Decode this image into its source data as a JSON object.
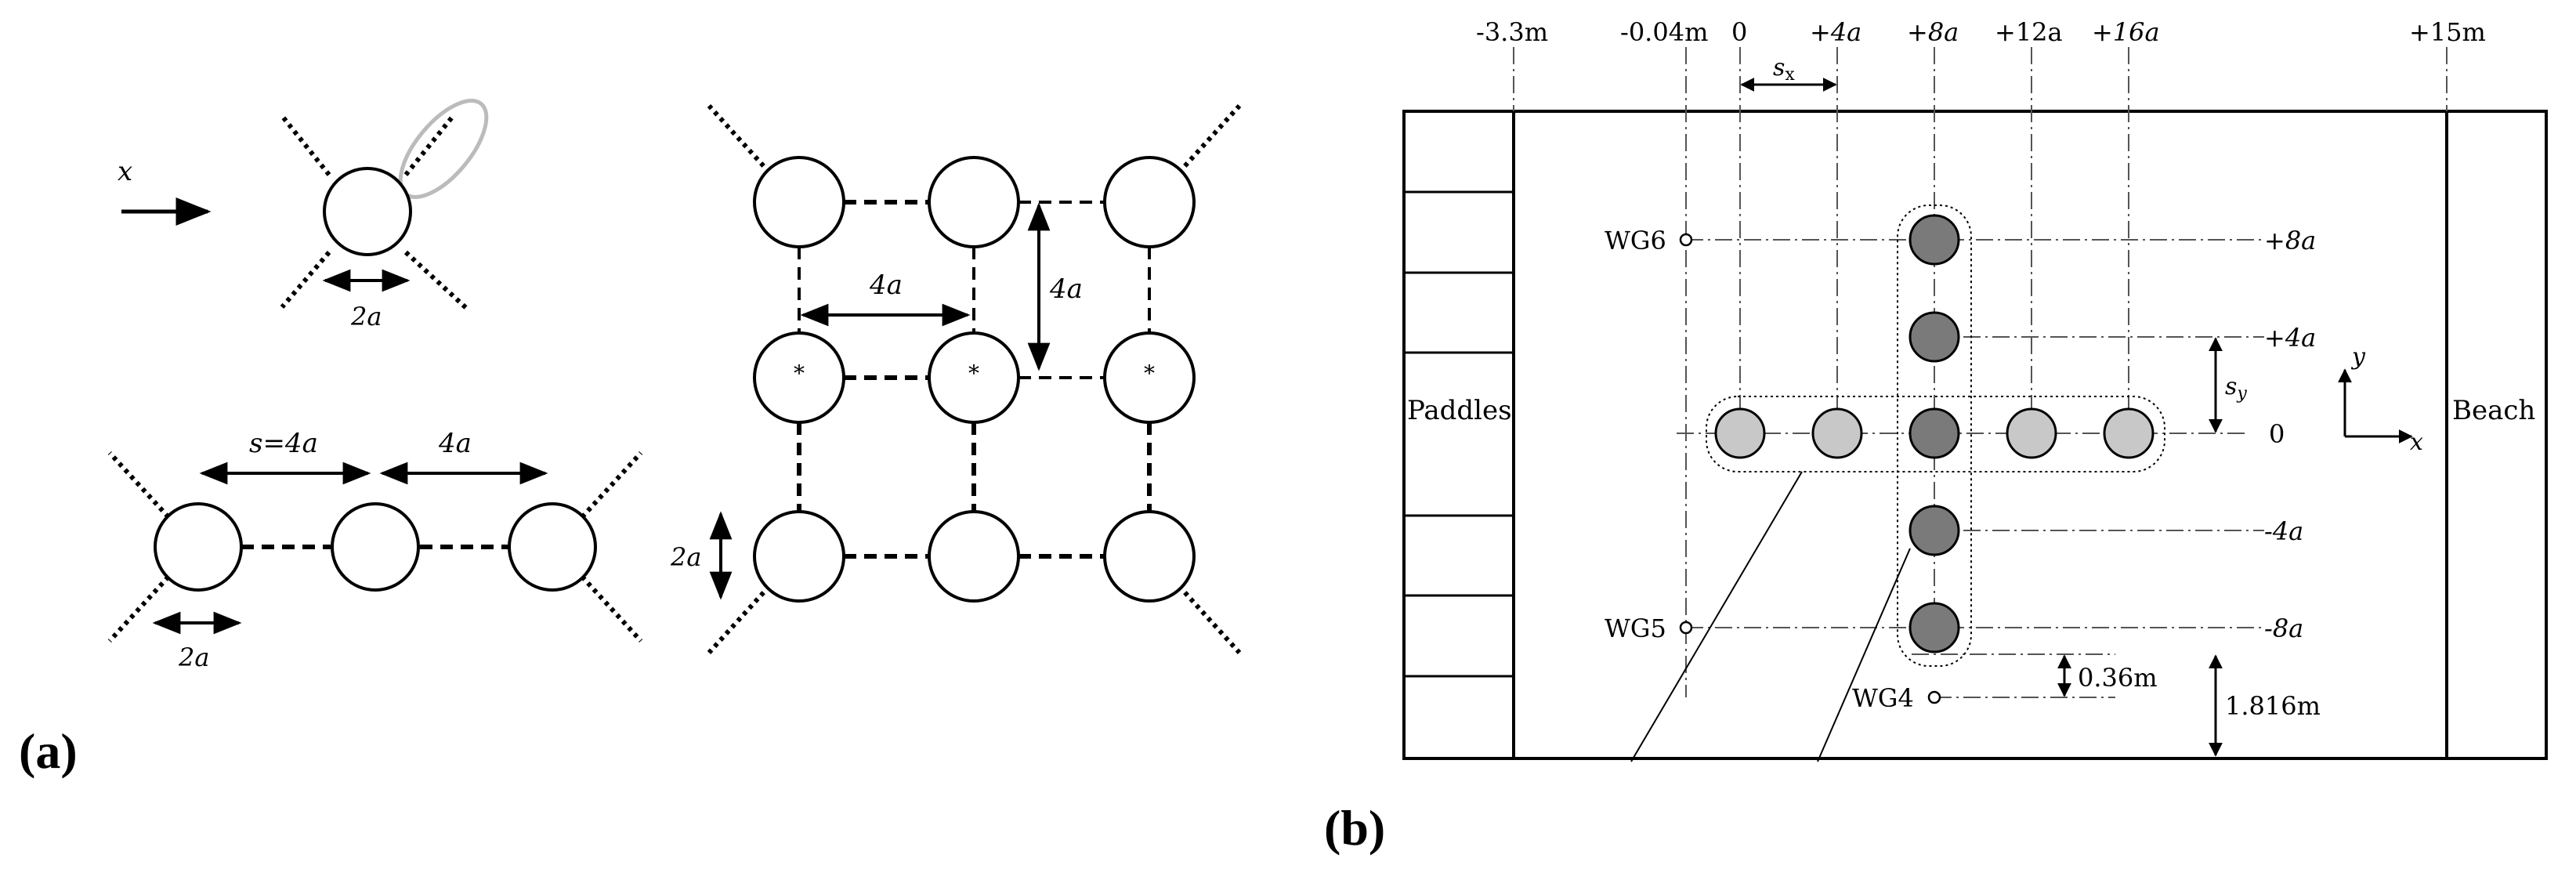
{
  "panel_a": {
    "label": "(a)",
    "single": {
      "x_label": "x",
      "diameter_label": "2a"
    },
    "row": {
      "spacing_label_1": "s=4a",
      "spacing_label_2": "4a",
      "diameter_label": "2a"
    },
    "grid": {
      "h_spacing_label": "4a",
      "v_spacing_label": "4a",
      "diameter_label": "2a",
      "center_marker": "*"
    }
  },
  "panel_b": {
    "label": "(b)",
    "top_axis": [
      "-3.3m",
      "-0.04m",
      "0",
      "+4a",
      "+8a",
      "+12a",
      "+16a",
      "+15m"
    ],
    "sx_label": "s",
    "sx_sub": "x",
    "sy_label": "s",
    "sy_sub": "y",
    "paddles_label": "Paddles",
    "beach_label": "Beach",
    "right_axis": [
      "+8a",
      "+4a",
      "0",
      "-4a",
      "-8a"
    ],
    "gauges": [
      "WG6",
      "WG5",
      "WG4"
    ],
    "dim_036": "0.36m",
    "dim_1816": "1.816m",
    "axis_x": "x",
    "axis_y": "y"
  }
}
